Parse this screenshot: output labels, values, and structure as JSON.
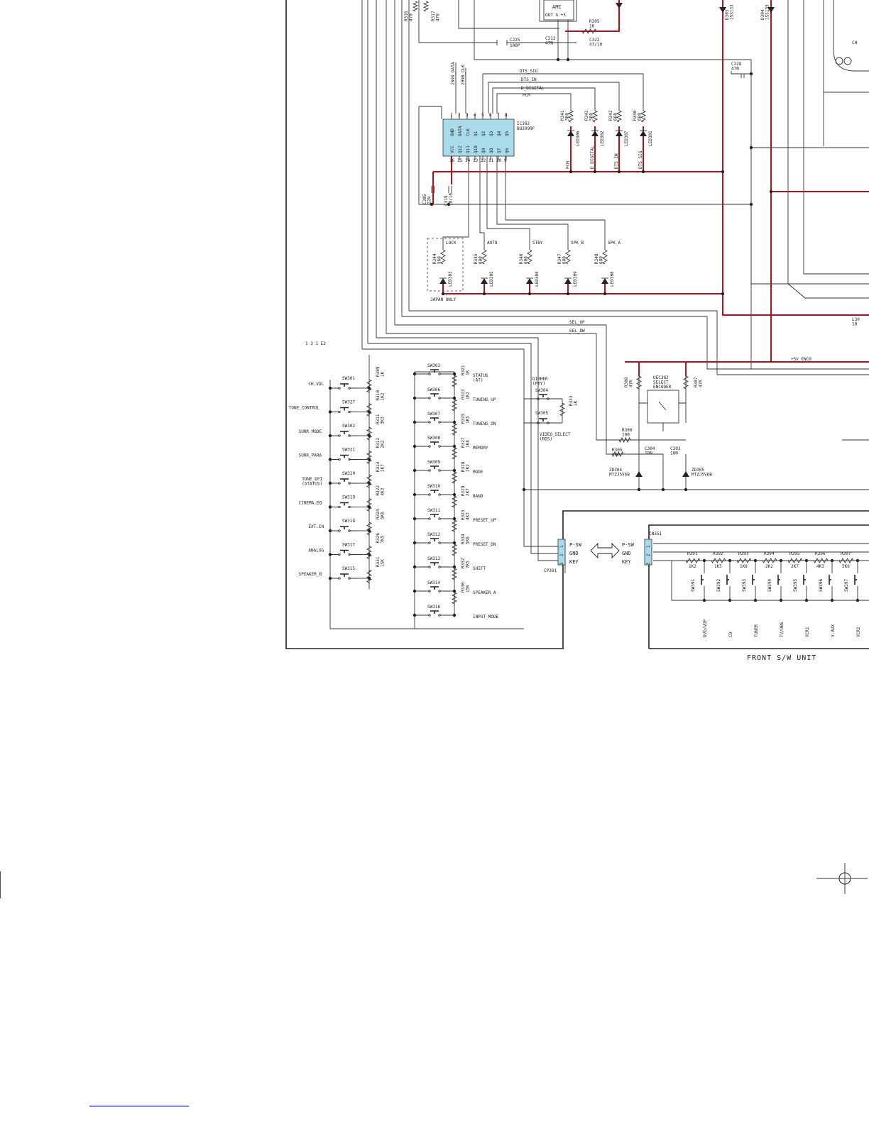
{
  "ic302": {
    "ref": "IC302",
    "part": "BU2090F",
    "pins_top": [
      "GND",
      "DATA",
      "CLK",
      "Q1",
      "Q2",
      "Q3",
      "Q4",
      "Q5"
    ],
    "pins_bottom": [
      "VCC",
      "Q12",
      "Q11",
      "Q10",
      "Q9",
      "Q8",
      "Q7",
      "Q6"
    ],
    "nums_top": [
      "1",
      "2",
      "3",
      "4",
      "5",
      "6",
      "7",
      "8"
    ],
    "nums_bottom": [
      "16",
      "15",
      "14",
      "13",
      "12",
      "11",
      "10",
      "9"
    ]
  },
  "top": {
    "amc_box": "AMC",
    "amc_out": "OUT G +5",
    "c312": "C312\n47N",
    "c225": "C225",
    "c225v": "100P",
    "r305": "R305\n10",
    "c322": "C322\n47/10",
    "r316": "R316\n470",
    "r317": "R317\n470",
    "c328": "C328\n47N",
    "d303": "D303\n1SS133",
    "d304": "D304\n1SS133"
  },
  "bus": {
    "data": "2090_DATA",
    "clk": "2090_CLK",
    "dts_sig": "DTS_SIG",
    "dts_in": "DTS_IN",
    "d_digital": "D_DIGITAL",
    "pcm": "PCM"
  },
  "leds_top": [
    {
      "r": "R341\n560",
      "led": "LED306",
      "net": "PCM"
    },
    {
      "r": "R343\n560",
      "led": "LED302",
      "net": "D_DIGITAL"
    },
    {
      "r": "R342\n680",
      "led": "LED307",
      "net": "DTS_IN"
    },
    {
      "r": "R340\n680",
      "led": "LED301",
      "net": "DTS_SIG"
    }
  ],
  "leds_mid": [
    {
      "label": "LOCK",
      "r": "R344\n560",
      "led": "LED303"
    },
    {
      "label": "AUTO",
      "r": "R345\n680",
      "led": "LED305"
    },
    {
      "label": "STBY",
      "r": "R346\n680",
      "led": "LED304"
    },
    {
      "label": "SPK_B",
      "r": "R347\n680",
      "led": "LED309"
    },
    {
      "label": "SPK_A",
      "r": "R348\n680",
      "led": "LED308"
    }
  ],
  "japan_only": "JAPAN ONLY",
  "caps_left": {
    "c305": "C305\n22N",
    "c319": "C319\n10/16"
  },
  "nets": {
    "sel_up": "SEL_UP",
    "sel_dw": "SEL_DW",
    "e2": "1 3 1 E2",
    "v5_enc": "+5V_ENC0"
  },
  "sw_left": [
    {
      "sw": "SW301",
      "label": "CH.VOL",
      "r": "R309\n1K"
    },
    {
      "sw": "SW327",
      "label": "TONE_CONTROL",
      "r": "R310\n1K2"
    },
    {
      "sw": "SW302",
      "label": "SURR_MODE",
      "r": "R311\n3K3"
    },
    {
      "sw": "SW321",
      "label": "SURR_PARA",
      "r": "R312\n2K2"
    },
    {
      "sw": "SW320",
      "label": "TONE_DFI\n(STATUS)",
      "r": "R313\n2K7"
    },
    {
      "sw": "SW319",
      "label": "CINEMA_EQ",
      "r": "R322\n4K3"
    },
    {
      "sw": "SW318",
      "label": "EXT.IN",
      "r": "R324\n5K6"
    },
    {
      "sw": "SW317",
      "label": "ANALOG",
      "r": "R326\n7K5"
    },
    {
      "sw": "SW315",
      "label": "SPEAKER_B",
      "r": "R331\n15K"
    }
  ],
  "sw_right": [
    {
      "sw": "SW303",
      "label": "STATUS\n(AT)",
      "r": "R321\n1K"
    },
    {
      "sw": "SW306",
      "label": "TUNING_UP",
      "r": "R323\n1K2"
    },
    {
      "sw": "SW307",
      "label": "TUNING_DN",
      "r": "R325\n1K5"
    },
    {
      "sw": "SW308",
      "label": "MEMORY",
      "r": "R327\n1K8"
    },
    {
      "sw": "SW309",
      "label": "MODE",
      "r": "R328\n2K2"
    },
    {
      "sw": "SW310",
      "label": "BAND",
      "r": "R329\n2K7"
    },
    {
      "sw": "SW311",
      "label": "PRESET_UP",
      "r": "R323\n4K3"
    },
    {
      "sw": "SW312",
      "label": "PRESET_DN",
      "r": "R334\n5K6"
    },
    {
      "sw": "SW313",
      "label": "SHIFT",
      "r": "R332\n7K5"
    },
    {
      "sw": "SW314",
      "label": "SPEAKER_A",
      "r": "R330\n15K"
    },
    {
      "sw": "SW316",
      "label": "INPUT_MODE",
      "r": ""
    }
  ],
  "dimmer": {
    "label": "DIMMER\n(PTY)",
    "sw304": "SW304",
    "sw305": "SW305",
    "r333": "R333\n1K",
    "video": "VIDEO_SELECT\n(RDS)"
  },
  "encoder": {
    "ref": "UEC302\nSELECT\nENCODER",
    "r308": "R308\n47K",
    "r307": "R307\n47K",
    "r306": "R306\n100",
    "r305b": "R305\n100",
    "c304": "C304\n10N",
    "c303": "C303\n10N",
    "zd304": "ZD304\nMTZJ5V6B",
    "zd305": "ZD305\nMTZJ5V6B"
  },
  "connector_left": {
    "ref": "CP301",
    "pins": [
      "P-SW",
      "GND",
      "KEY"
    ],
    "nums": [
      "1",
      "2",
      "3"
    ]
  },
  "connector_right": {
    "ref": "CN351",
    "pins": [
      "P-SW",
      "GND",
      "KEY"
    ],
    "nums": [
      "1",
      "2",
      "3"
    ]
  },
  "front_unit": {
    "title": "FRONT S/W UNIT",
    "resistors": [
      "R391\n1K2",
      "R392\n1K5",
      "R393\n1K8",
      "R394\n2K2",
      "R395\n2K7",
      "R396\n4K3",
      "R397\n5K6"
    ],
    "switches": [
      {
        "sw": "SW391",
        "label": "DVD/VDP"
      },
      {
        "sw": "SW392",
        "label": "CD"
      },
      {
        "sw": "SW393",
        "label": "TUNER"
      },
      {
        "sw": "SW394",
        "label": "TV/DBS"
      },
      {
        "sw": "SW395",
        "label": "VCR1"
      },
      {
        "sw": "SW396",
        "label": "V.AUX"
      },
      {
        "sw": "SW397",
        "label": "VCR2"
      }
    ]
  },
  "right_fragments": {
    "l30": "L30\n10",
    "ch": "CH"
  }
}
